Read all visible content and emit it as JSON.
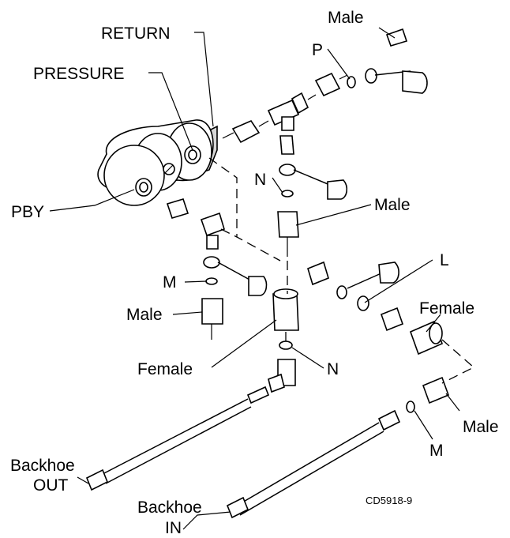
{
  "labels": {
    "return": "RETURN",
    "pressure": "PRESSURE",
    "pby": "PBY",
    "male_top": "Male",
    "p": "P",
    "n_upper": "N",
    "male_mid": "Male",
    "l": "L",
    "female_right": "Female",
    "m_left": "M",
    "male_left": "Male",
    "female_center": "Female",
    "n_lower": "N",
    "m_lower": "M",
    "male_lower_right": "Male",
    "backhoe_out_1": "Backhoe",
    "backhoe_out_2": "OUT",
    "backhoe_in_1": "Backhoe",
    "backhoe_in_2": "IN",
    "figure_code": "CD5918-9"
  }
}
